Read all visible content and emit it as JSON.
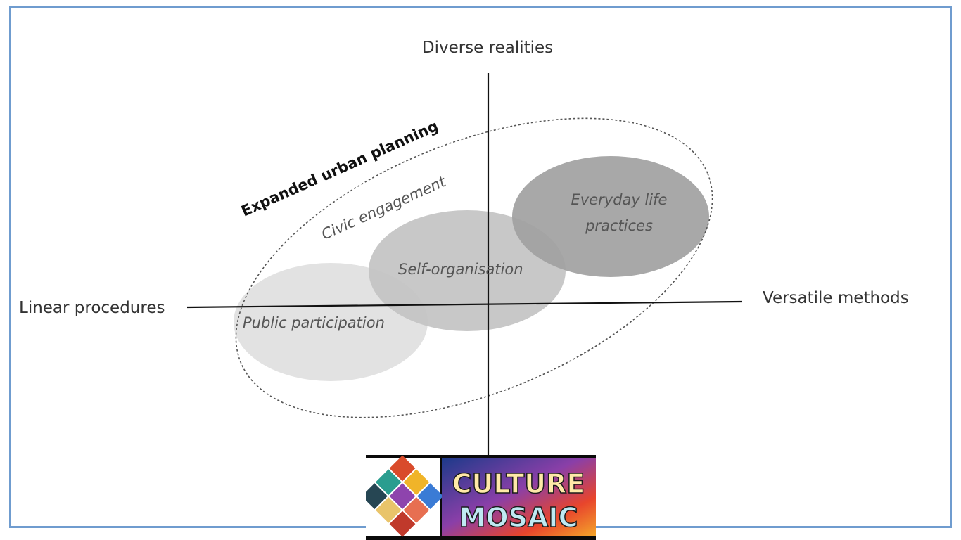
{
  "diagram": {
    "axis_top": "Diverse realities",
    "axis_left": "Linear procedures",
    "axis_right": "Versatile methods",
    "outer_title": "Expanded urban planning",
    "outer_subtitle": "Civic engagement",
    "ellipse_1": "Public participation",
    "ellipse_2": "Self-organisation",
    "ellipse_3_line1": "Everyday life",
    "ellipse_3_line2": "practices"
  },
  "logo": {
    "brand": "CULTURE MOSAIC",
    "colors": [
      "#1d3a8a",
      "#e8452c",
      "#f4a52a",
      "#2bb3c0"
    ]
  }
}
